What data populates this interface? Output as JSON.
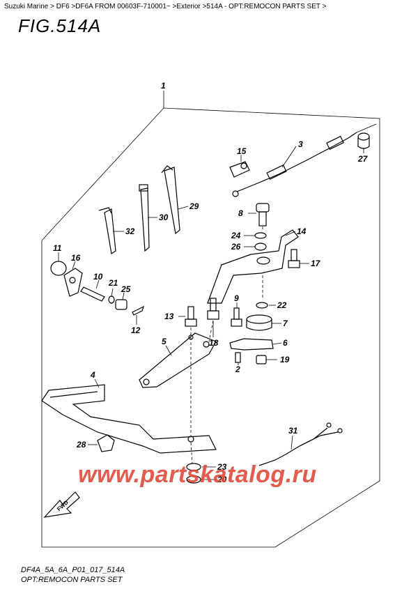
{
  "breadcrumb": "Suzuki Marine > DF6 >DF6A FROM 00603F-710001~ >Exterior >514A - OPT:REMOCON PARTS SET >",
  "figure_title": "FIG.514A",
  "watermark": "www.partskatalog.ru",
  "drawing_code": "DF4A_5A_6A_P01_017_514A",
  "caption": "OPT:REMOCON PARTS SET",
  "fwd_label": "FWD",
  "callouts": {
    "p1": "1",
    "p2": "2",
    "p3": "3",
    "p4": "4",
    "p5": "5",
    "p6": "6",
    "p7": "7",
    "p8": "8",
    "p9": "9",
    "p10": "10",
    "p11": "11",
    "p12": "12",
    "p13": "13",
    "p14": "14",
    "p15": "15",
    "p16": "16",
    "p17": "17",
    "p18": "18",
    "p19": "19",
    "p20": "20",
    "p21": "21",
    "p22": "22",
    "p23": "23",
    "p24": "24",
    "p25": "25",
    "p26": "26",
    "p27": "27",
    "p28": "28",
    "p29": "29",
    "p30": "30",
    "p31": "31",
    "p32": "32"
  },
  "colors": {
    "ink": "#000000",
    "watermark": "#e04a3a"
  }
}
